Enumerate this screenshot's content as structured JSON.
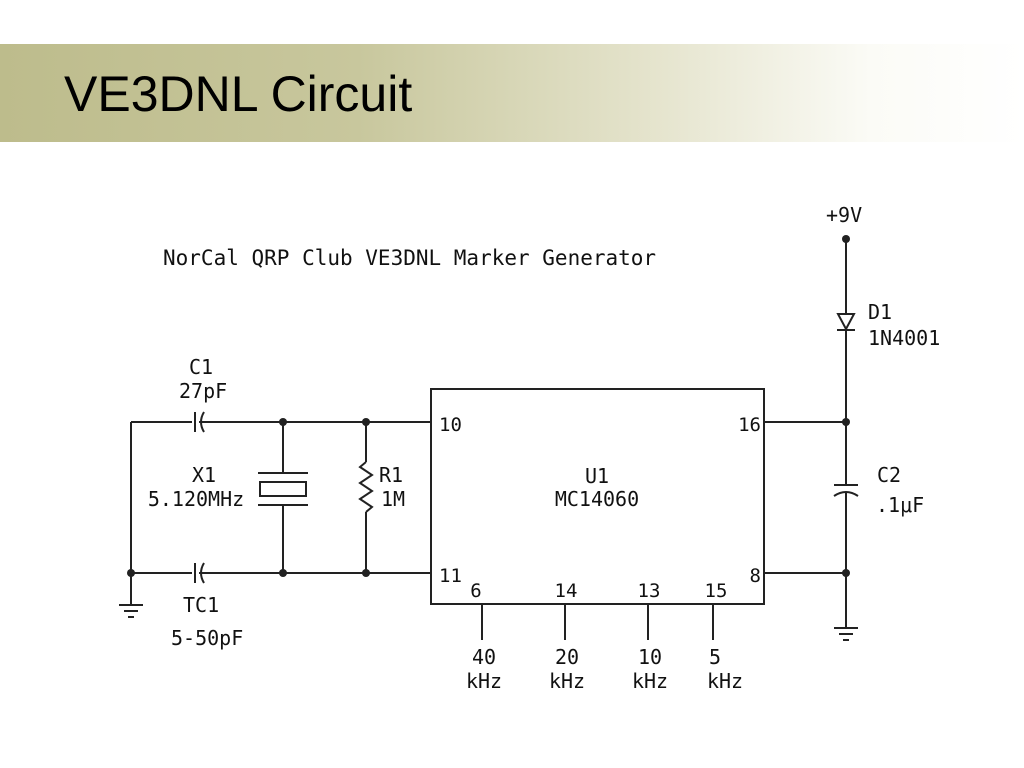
{
  "slide": {
    "title": "VE3DNL Circuit"
  },
  "schematic": {
    "heading": "NorCal QRP Club VE3DNL Marker Generator",
    "supply": "+9V",
    "components": {
      "d1": {
        "ref": "D1",
        "value": "1N4001"
      },
      "c1": {
        "ref": "C1",
        "value": "27pF"
      },
      "x1": {
        "ref": "X1",
        "value": "5.120MHz"
      },
      "r1": {
        "ref": "R1",
        "value": "1M"
      },
      "tc1": {
        "ref": "TC1",
        "value": "5-50pF"
      },
      "u1": {
        "ref": "U1",
        "value": "MC14060"
      },
      "c2": {
        "ref": "C2",
        "value": ".1μF"
      }
    },
    "pins": {
      "p10": "10",
      "p11": "11",
      "p16": "16",
      "p8": "8",
      "p6": "6",
      "p14": "14",
      "p13": "13",
      "p15": "15"
    },
    "outputs": [
      {
        "freq": "40",
        "unit": "kHz"
      },
      {
        "freq": "20",
        "unit": "kHz"
      },
      {
        "freq": "10",
        "unit": "kHz"
      },
      {
        "freq": "5",
        "unit": "kHz"
      }
    ],
    "colors": {
      "wire": "#222222",
      "title_band_start": "#bdbc8c"
    }
  }
}
